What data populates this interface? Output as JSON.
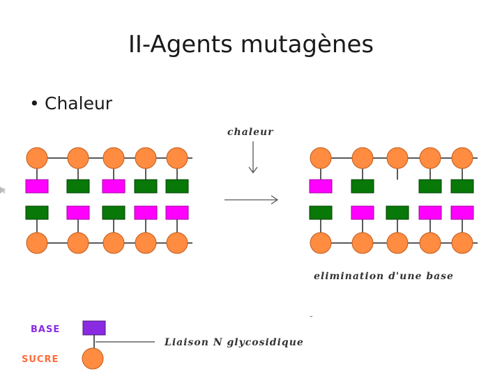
{
  "slide": {
    "title": "II-Agents mutagènes",
    "bullet": "Chaleur"
  },
  "diagram": {
    "heat_label": "chaleur",
    "elimination_label": "elimination d'une base",
    "legend_base": "BASE",
    "legend_sugar": "SUCRE",
    "legend_bond": "Liaison N glycosidique",
    "stray_mark": "-"
  },
  "colors": {
    "sugar": "#ff8c40",
    "base_magenta": "#ff00ff",
    "base_green": "#087808",
    "base_purple": "#8a2be2",
    "line": "#222222"
  },
  "strands": {
    "before": {
      "top_bases": [
        "magenta",
        "green",
        "magenta",
        "green",
        "green"
      ],
      "bottom_bases": [
        "green",
        "magenta",
        "green",
        "magenta",
        "magenta"
      ]
    },
    "after": {
      "top_bases": [
        "magenta",
        "green",
        "none",
        "green",
        "green"
      ],
      "bottom_bases": [
        "green",
        "magenta",
        "green",
        "magenta",
        "magenta"
      ]
    }
  }
}
